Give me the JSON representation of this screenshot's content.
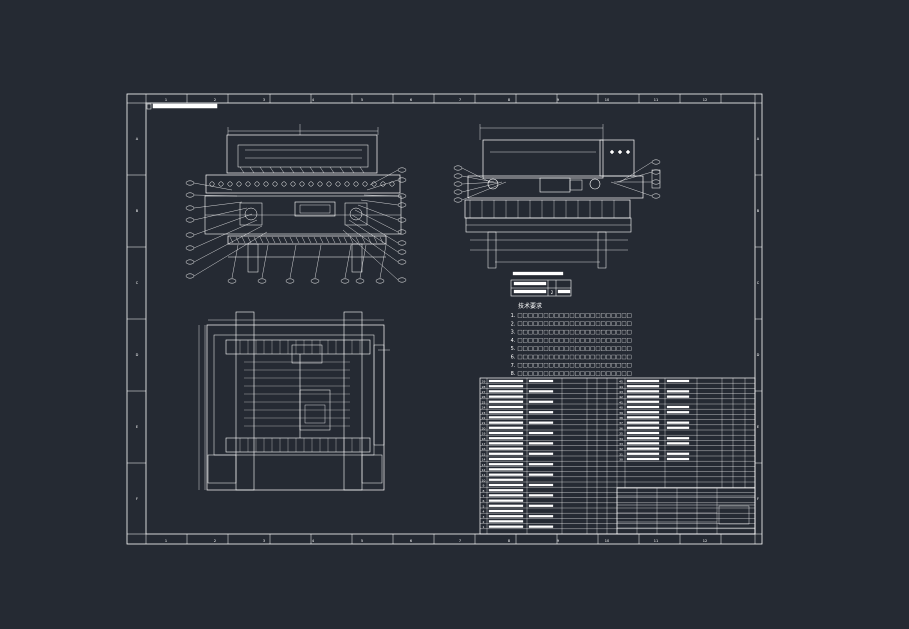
{
  "canvas": {
    "background": "#252a33",
    "line_color": "#ffffff",
    "dim_color": "#d9d9d9"
  },
  "sheet": {
    "top_zone_numbers": [
      "1",
      "2",
      "3",
      "4",
      "5",
      "6",
      "7",
      "8",
      "9",
      "10",
      "11",
      "12"
    ],
    "bottom_zone_numbers": [
      "1",
      "2",
      "3",
      "4",
      "5",
      "6",
      "7",
      "8",
      "9",
      "10",
      "11",
      "12"
    ],
    "left_zone_letters": [
      "A",
      "B",
      "C",
      "D",
      "E",
      "F"
    ],
    "right_zone_letters": [
      "A",
      "B",
      "C",
      "D",
      "E",
      "F"
    ]
  },
  "parts_callout": {
    "rows": [
      [
        "",
        "2"
      ],
      [
        "",
        ""
      ]
    ]
  },
  "technical_requirements": {
    "heading": "技术要求",
    "items": [
      "1.",
      "2.",
      "3.",
      "4.",
      "5.",
      "6.",
      "7.",
      "8."
    ]
  },
  "bom": {
    "index_left": [
      "29",
      "28",
      "27",
      "26",
      "25",
      "24",
      "23",
      "22",
      "21",
      "20",
      "19",
      "18",
      "17",
      "16",
      "15",
      "14",
      "13",
      "12",
      "11",
      "10",
      "9",
      "8",
      "7",
      "6",
      "5",
      "4",
      "3",
      "2",
      "1"
    ],
    "index_right": [
      "45",
      "44",
      "43",
      "42",
      "41",
      "40",
      "39",
      "38",
      "37",
      "36",
      "35",
      "34",
      "33",
      "32",
      "31",
      "30"
    ]
  },
  "title_block": {
    "title": ""
  }
}
